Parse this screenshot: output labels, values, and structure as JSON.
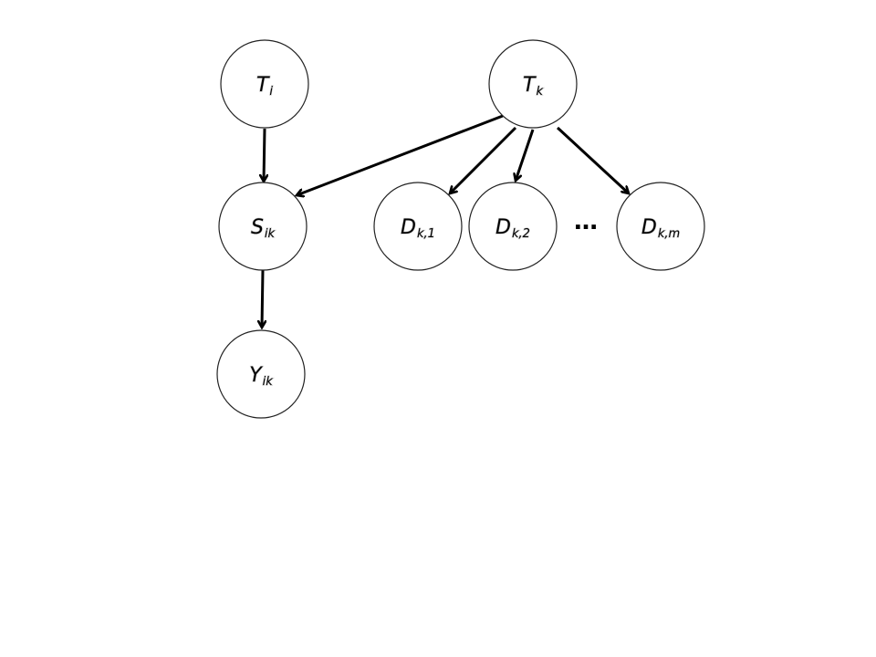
{
  "diagram": {
    "nodes": [
      {
        "id": "Ti",
        "letter": "T",
        "subscript": "i"
      },
      {
        "id": "Tk",
        "letter": "T",
        "subscript": "k"
      },
      {
        "id": "Sik",
        "letter": "S",
        "subscript": "ik"
      },
      {
        "id": "Dk1",
        "letter": "D",
        "subscript": "k,1"
      },
      {
        "id": "Dk2",
        "letter": "D",
        "subscript": "k,2"
      },
      {
        "id": "Dkm",
        "letter": "D",
        "subscript": "k,m"
      },
      {
        "id": "Yik",
        "letter": "Y",
        "subscript": "ik"
      }
    ],
    "edges": [
      {
        "from": "Ti",
        "to": "Sik"
      },
      {
        "from": "Tk",
        "to": "Sik"
      },
      {
        "from": "Tk",
        "to": "Dk1"
      },
      {
        "from": "Tk",
        "to": "Dk2"
      },
      {
        "from": "Tk",
        "to": "Dkm"
      },
      {
        "from": "Sik",
        "to": "Yik"
      }
    ],
    "ellipsis": "…"
  }
}
